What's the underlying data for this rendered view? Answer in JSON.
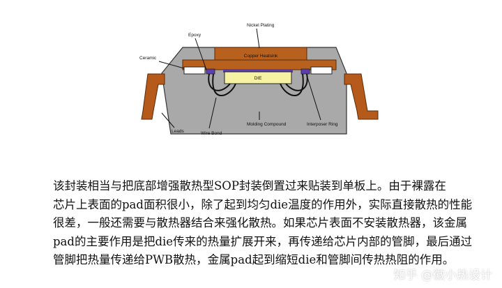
{
  "diagram": {
    "labels": {
      "nickel_plating": "Nickel Plating",
      "epoxy": "Epoxy",
      "ceramic": "Ceramic",
      "copper_heatsink": "Copper Heatsink",
      "die": "DIE",
      "leads": "Leads",
      "wire_bond": "Wire Bond",
      "molding_compound": "Molding Compound",
      "interposer_ring": "Interposer Ring"
    },
    "colors": {
      "package_fill": "#a9a9a9",
      "copper": "#b8611f",
      "die": "#f6f2a4",
      "interposer": "#5b3fb0",
      "lead": "#b55a1b"
    }
  },
  "paragraph": {
    "lines": [
      "该封装相当与把底部增强散热型SOP封装倒置过来贴装到单板上。由于裸露在",
      "芯片上表面的pad面积很小，除了起到均匀die温度的作用外，实际直接散热的性能",
      "很差，一般还需要与散热器结合来强化散热。如果芯片表面不安装散热器，该金属",
      "pad的主要作用是把die传来的热量扩展开来，再传递给芯片内部的管脚，最后通过",
      "管脚把热量传递给PWB散热，金属pad起到缩短die和管脚间传热热阻的作用。"
    ]
  },
  "watermark": "知乎 @徽小热设计"
}
